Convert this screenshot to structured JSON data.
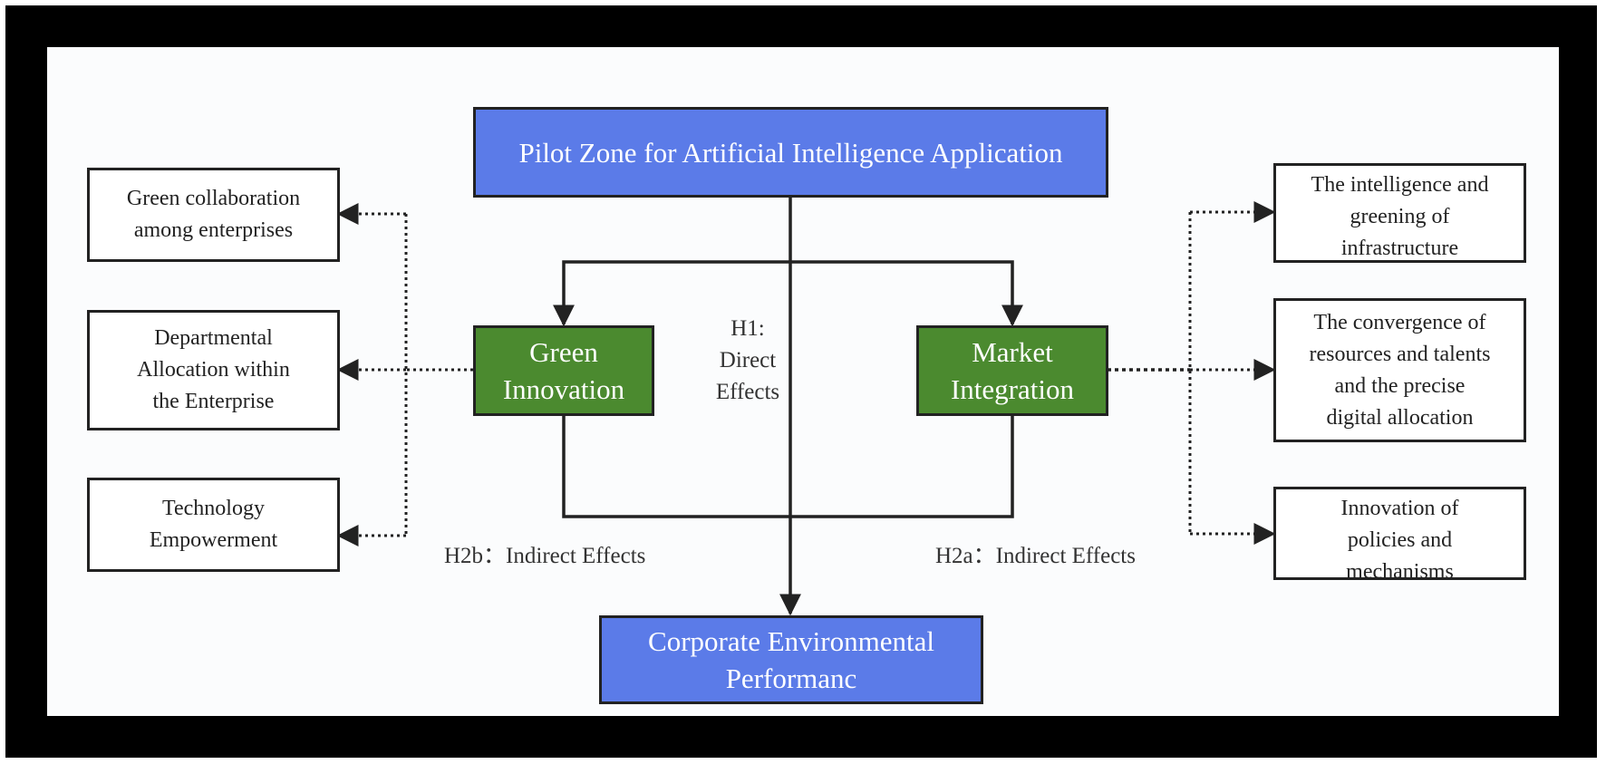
{
  "diagram": {
    "top_node": "Pilot Zone for Artificial Intelligence Application",
    "bottom_node": "Corporate Environmental\nPerformanc",
    "left_mediator": "Green\nInnovation",
    "right_mediator": "Market\nIntegration",
    "h1_label": "H1:\nDirect\nEffects",
    "h2b_label": "H2b：Indirect Effects",
    "h2a_label": "H2a：Indirect Effects",
    "left_channels": [
      "Green collaboration\namong enterprises",
      "Departmental\nAllocation within\nthe Enterprise",
      "Technology\nEmpowerment"
    ],
    "right_channels": [
      "The intelligence and\ngreening of\ninfrastructure",
      "The convergence of\nresources and talents\nand the precise\ndigital allocation",
      "Innovation of\npolicies and\nmechanisms"
    ],
    "colors": {
      "blue_node": "#5b7be8",
      "green_node": "#4b8a2f",
      "line": "#222222",
      "frame": "#000000"
    }
  }
}
